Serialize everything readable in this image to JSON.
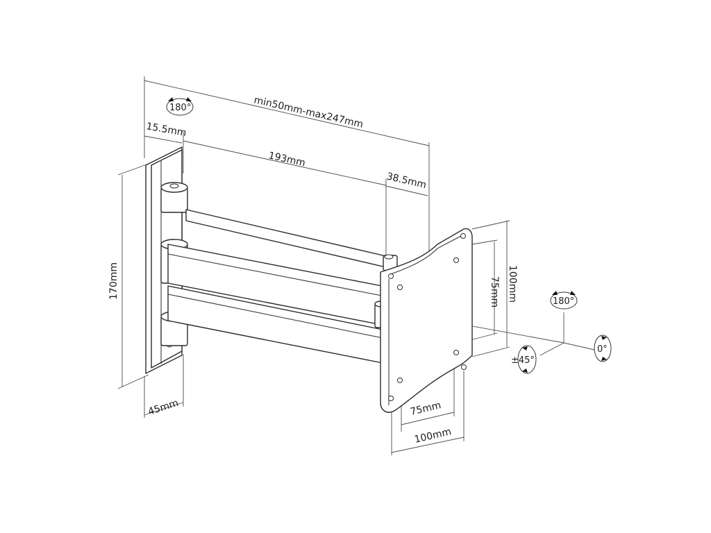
{
  "labels": {
    "width_range": "min50mm-max247mm",
    "arm_length": "193mm",
    "wall_offset": "15.5mm",
    "head_offset": "38.5mm",
    "height": "170mm",
    "depth": "45mm",
    "vesa_h_small": "75mm",
    "vesa_h_large": "100mm",
    "vesa_v_small": "75mm",
    "vesa_v_large": "100mm"
  },
  "badges": {
    "swivel_top": "180°",
    "swivel_right": "180°",
    "rotate": "0°",
    "tilt": "±45°"
  }
}
